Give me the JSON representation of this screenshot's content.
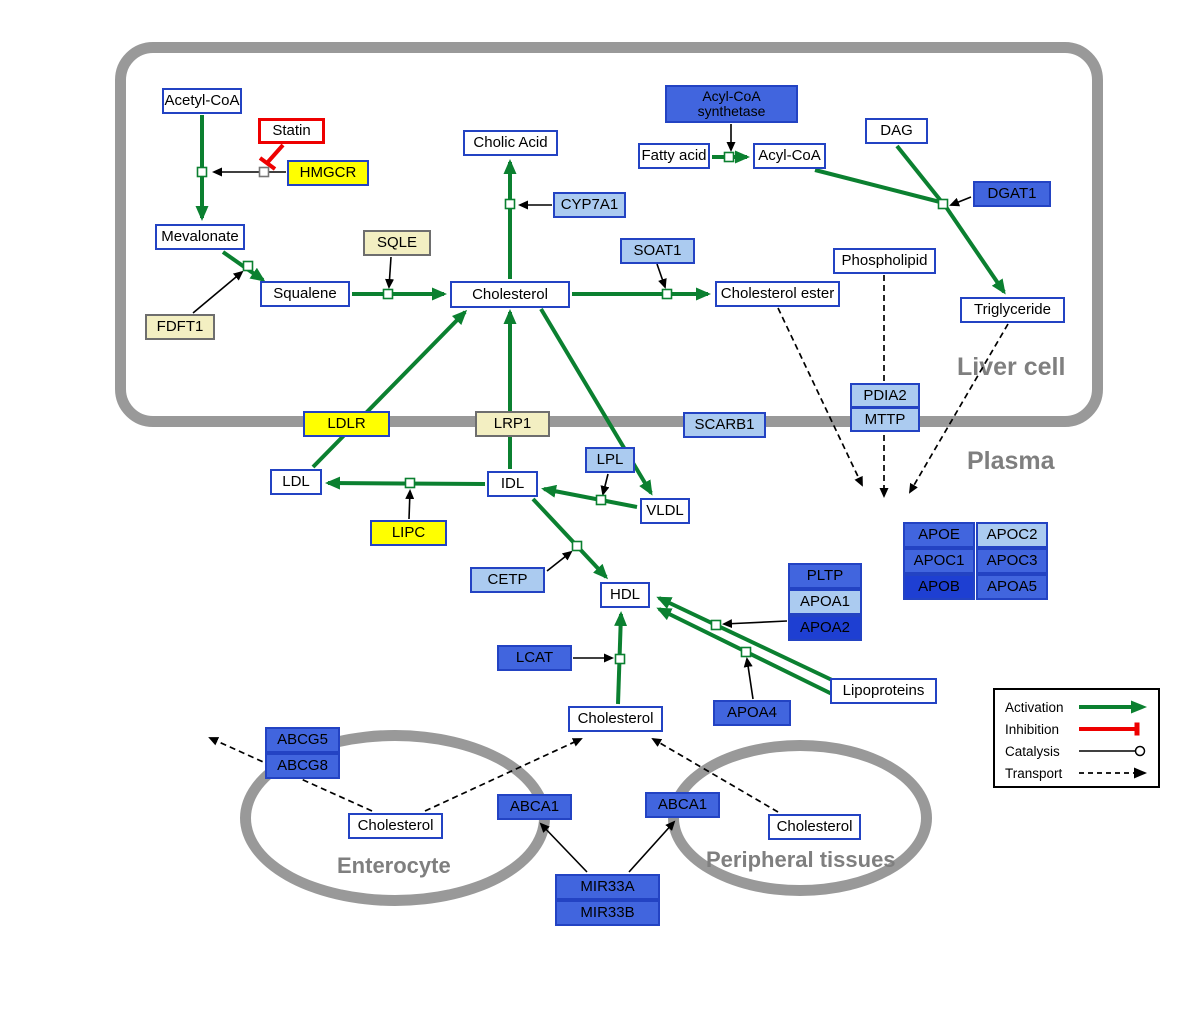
{
  "regions": {
    "liver_cell": "Liver cell",
    "plasma": "Plasma",
    "enterocyte": "Enterocyte",
    "peripheral_tissues": "Peripheral tissues"
  },
  "nodes": {
    "acetyl_coa": "Acetyl-CoA",
    "statin": "Statin",
    "hmgcr": "HMGCR",
    "mevalonate": "Mevalonate",
    "fdft1": "FDFT1",
    "squalene": "Squalene",
    "sqle": "SQLE",
    "cholesterol_liver": "Cholesterol",
    "cholic_acid": "Cholic Acid",
    "cyp7a1": "CYP7A1",
    "soat1": "SOAT1",
    "cholesterol_ester": "Cholesterol ester",
    "fatty_acid": "Fatty acid",
    "acyl_coa_synthetase": "Acyl-CoA synthetase",
    "acyl_coa": "Acyl-CoA",
    "dag": "DAG",
    "dgat1": "DGAT1",
    "phospholipid": "Phospholipid",
    "triglyceride": "Triglyceride",
    "ldlr": "LDLR",
    "lrp1": "LRP1",
    "scarb1": "SCARB1",
    "pdia2": "PDIA2",
    "mttp": "MTTP",
    "ldl": "LDL",
    "idl": "IDL",
    "lpl": "LPL",
    "vldl": "VLDL",
    "lipc": "LIPC",
    "cetp": "CETP",
    "hdl": "HDL",
    "lcat": "LCAT",
    "pltp": "PLTP",
    "apoa1": "APOA1",
    "apoa2": "APOA2",
    "apoa4": "APOA4",
    "lipoproteins": "Lipoproteins",
    "apoe": "APOE",
    "apoc2": "APOC2",
    "apoc1": "APOC1",
    "apoc3": "APOC3",
    "apob": "APOB",
    "apoa5": "APOA5",
    "cholesterol_plasma": "Cholesterol",
    "abcg5": "ABCG5",
    "abcg8": "ABCG8",
    "cholesterol_enterocyte": "Cholesterol",
    "abca1_enterocyte": "ABCA1",
    "abca1_peripheral": "ABCA1",
    "mir33a": "MIR33A",
    "mir33b": "MIR33B",
    "cholesterol_peripheral": "Cholesterol"
  },
  "legend": {
    "activation": "Activation",
    "inhibition": "Inhibition",
    "catalysis": "Catalysis",
    "transport": "Transport"
  },
  "colors": {
    "activation_green": "#0b8030",
    "inhibition_red": "#ee0000",
    "membrane_gray": "#999999",
    "node_border_blue": "#2343c3",
    "enzyme_yellow": "#ffff00",
    "enzyme_pale_yellow": "#f3efc2",
    "protein_light_blue": "#abcbf0",
    "protein_blue": "#4165de",
    "protein_dark_blue": "#1e3fd2"
  }
}
